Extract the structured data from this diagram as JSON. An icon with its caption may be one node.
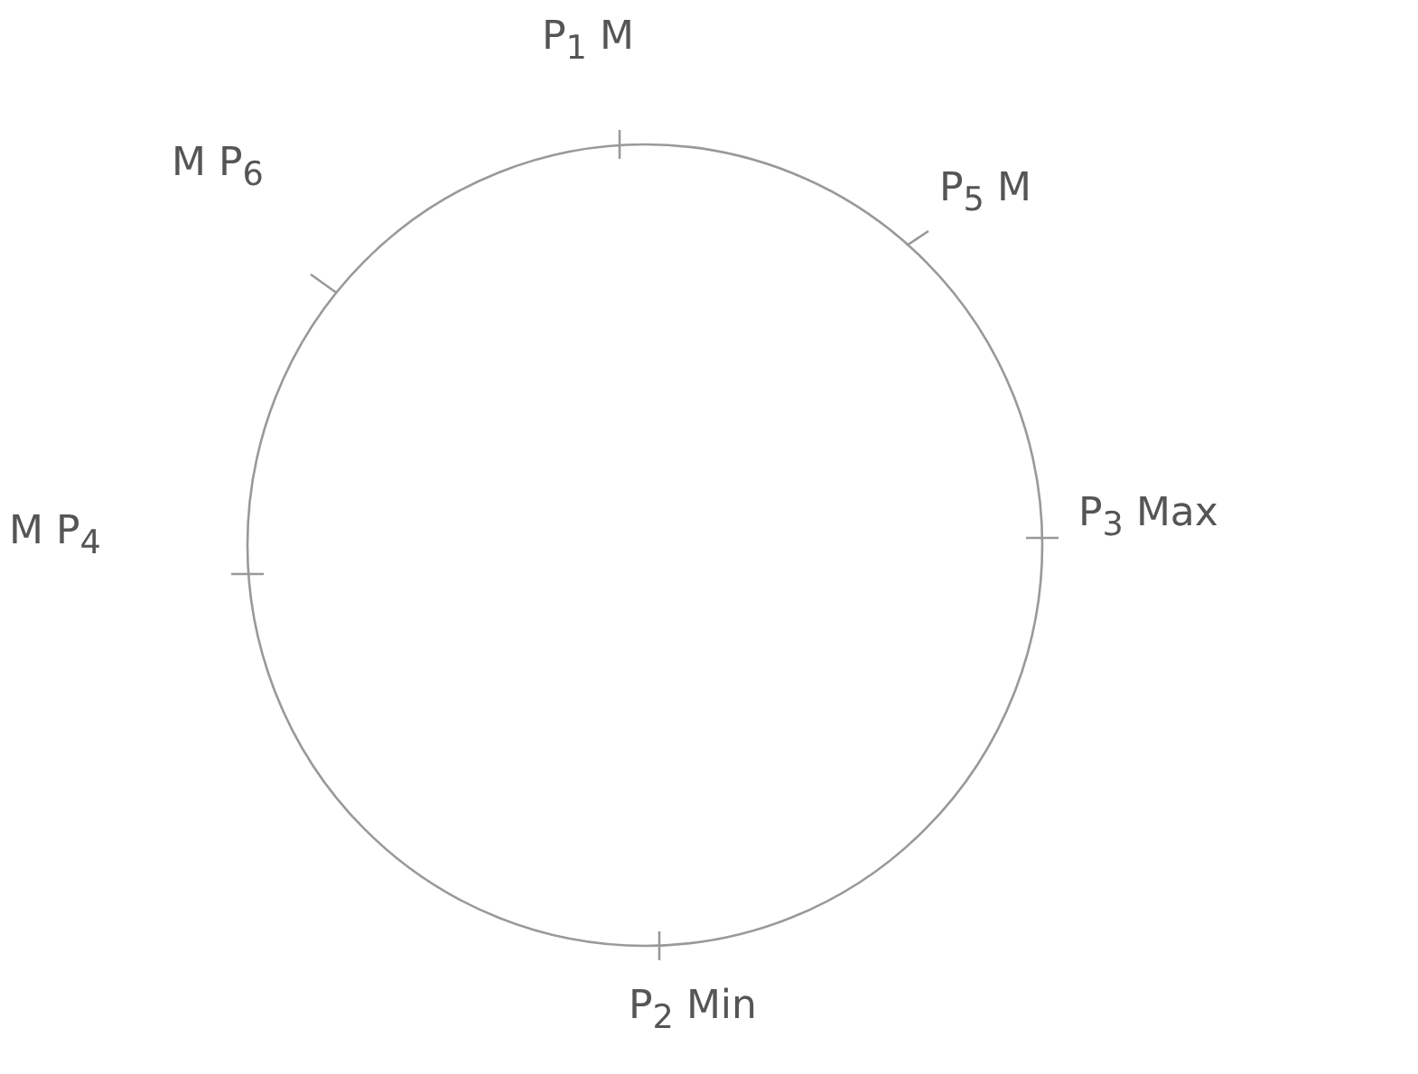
{
  "diagram": {
    "labels": [
      "P$_{1}$ M",
      "M P$_{6}$",
      "P$_{5}$ M",
      "P$_{3}$ Max",
      "M P$_{4}$",
      "P$_{2}$ Min"
    ]
  }
}
